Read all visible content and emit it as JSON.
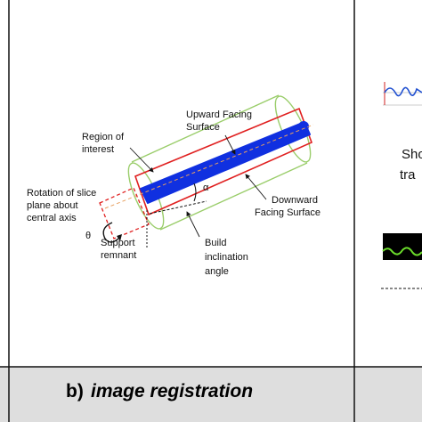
{
  "colors": {
    "frame": "#111111",
    "caption_band": "#dedede",
    "cylinder": "#9acd6a",
    "roi_box": "#e02020",
    "specimen": "#1030e0",
    "axis": "#e8a060",
    "profile_line": "#1f4fd0",
    "profile_accent": "#d02020",
    "dark_block": "#000000",
    "green_edge": "#6bdc2b"
  },
  "icons": {
    "rotation": "curved-arrow-icon"
  },
  "diagram": {
    "labels": {
      "region_of_interest_line1": "Region of",
      "region_of_interest_line2": "interest",
      "upward_facing_line1": "Upward Facing",
      "upward_facing_line2": "Surface",
      "downward_facing_line1": "Downward",
      "downward_facing_line2": "Facing Surface",
      "rotation_line1": "Rotation of slice",
      "rotation_line2": "plane about",
      "rotation_line3": "central axis",
      "theta": "θ",
      "alpha": "α",
      "support_line1": "Support",
      "support_line2": "remnant",
      "build_line1": "Build",
      "build_line2": "inclination",
      "build_line3": "angle"
    }
  },
  "right_panel": {
    "text_line1": "Sho",
    "text_line2": "tra"
  },
  "caption": {
    "prefix": "b)",
    "title": "image registration"
  }
}
